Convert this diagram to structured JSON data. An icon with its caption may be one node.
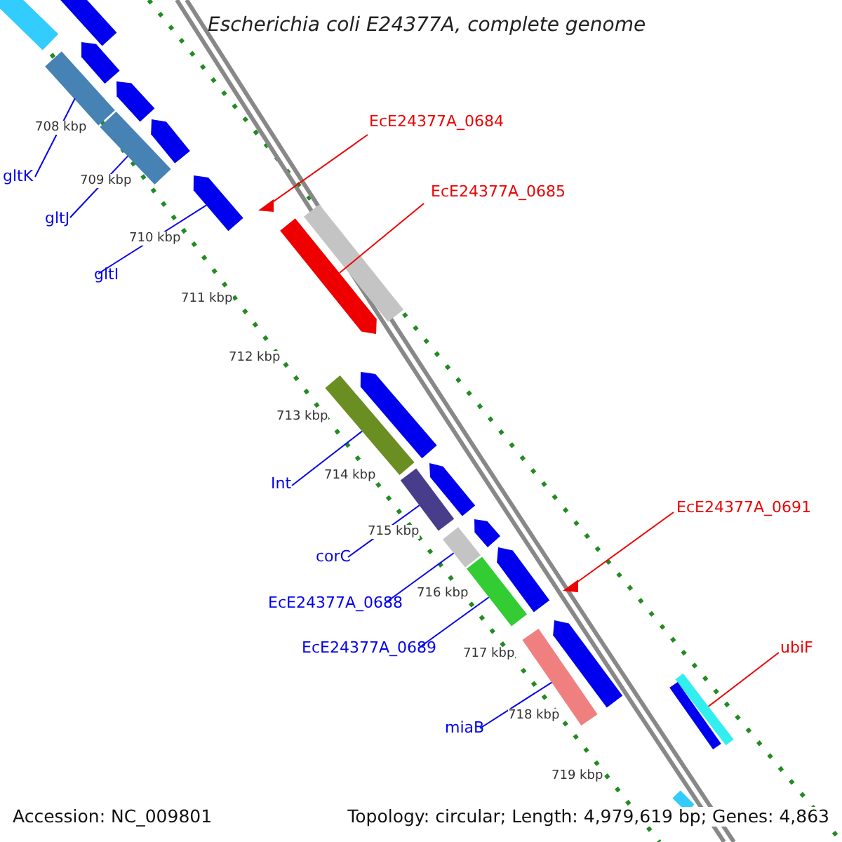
{
  "diagram": {
    "title": "Escherichia coli E24377A, complete genome",
    "nodes": [
      {
        "text": [
          "EcE24377A_0684"
        ]
      },
      {
        "text": [
          "gltK"
        ]
      },
      {
        "text": [
          "EcE24377A_0685"
        ]
      },
      {
        "text": [
          "gltJ"
        ]
      },
      {
        "text": [
          "gltI"
        ]
      },
      {
        "text": [
          "Int"
        ]
      },
      {
        "text": [
          "EcE24377A_0691"
        ]
      },
      {
        "text": [
          "corC"
        ]
      },
      {
        "text": [
          "EcE24377A_0688"
        ]
      },
      {
        "text": [
          "EcE24377A_0689"
        ]
      },
      {
        "text": [
          "ubiF"
        ]
      },
      {
        "text": [
          "miaB"
        ]
      },
      {
        "text": [],
        "shape": "triangle"
      },
      {
        "text": [],
        "shape": "bar"
      },
      {
        "text": [],
        "shape": "bar"
      },
      {
        "text": [],
        "shape": "bar"
      },
      {
        "text": [],
        "shape": "bar"
      },
      {
        "text": [],
        "shape": "bar"
      },
      {
        "text": [],
        "shape": "triangle"
      },
      {
        "text": [],
        "shape": "bar"
      },
      {
        "text": [],
        "shape": "bar"
      },
      {
        "text": [],
        "shape": "bar"
      },
      {
        "text": [],
        "shape": "bar"
      },
      {
        "text": [],
        "shape": "bar"
      },
      {
        "text": [],
        "shape": "bar"
      },
      {
        "text": [],
        "shape": "bar"
      },
      {
        "text": [],
        "shape": "bar"
      },
      {
        "text": [],
        "shape": "bar"
      },
      {
        "text": [],
        "shape": "bar"
      },
      {
        "text": [],
        "shape": "bar"
      },
      {
        "text": [],
        "shape": "bar"
      },
      {
        "text": [],
        "shape": "bar"
      },
      {
        "text": [],
        "shape": "bar"
      },
      {
        "text": [],
        "shape": "bar"
      },
      {
        "text": [],
        "shape": "bar"
      },
      {
        "text": [],
        "shape": "bar"
      },
      {
        "text": [],
        "shape": "bar"
      }
    ],
    "edges": [
      {
        "from": 0,
        "to": 12,
        "arrow": "none",
        "color": "#ee0000"
      },
      {
        "from": 1,
        "to": 13,
        "arrow": "none"
      },
      {
        "from": 2,
        "to": 16,
        "arrow": "none",
        "color": "#ee0000"
      },
      {
        "from": 3,
        "to": 14,
        "arrow": "none"
      },
      {
        "from": 4,
        "to": 15,
        "arrow": "none"
      },
      {
        "from": 5,
        "to": 17,
        "arrow": "none"
      },
      {
        "from": 6,
        "to": 18,
        "arrow": "none",
        "color": "#ee0000"
      },
      {
        "from": 7,
        "to": 19,
        "arrow": "none"
      },
      {
        "from": 8,
        "to": 20,
        "arrow": "none"
      },
      {
        "from": 9,
        "to": 21,
        "arrow": "none"
      },
      {
        "from": 10,
        "to": 23,
        "arrow": "none",
        "color": "#ee0000"
      },
      {
        "from": 11,
        "to": 22,
        "arrow": "none"
      }
    ],
    "labels": [
      "708 kbp",
      "709 kbp",
      "710 kbp",
      "711 kbp",
      "712 kbp",
      "713 kbp",
      "714 kbp",
      "715 kbp",
      "716 kbp",
      "717 kbp",
      "718 kbp",
      "719 kbp",
      "Accession: NC_009801",
      "Topology: circular; Length: 4,979,619 bp; Genes: 4,863"
    ]
  }
}
